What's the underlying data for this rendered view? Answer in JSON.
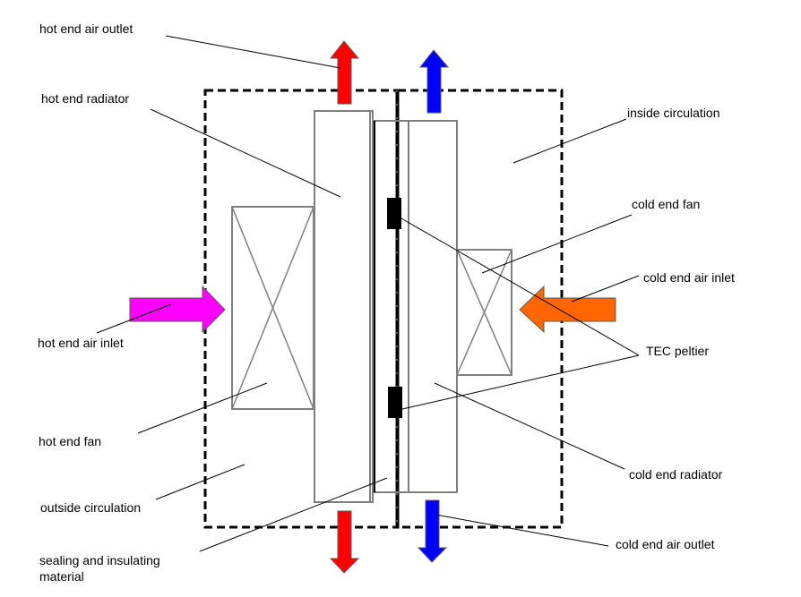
{
  "title": "TEC peltier cooler structure diagram",
  "colors": {
    "hot_outlet": "#ff0000",
    "cold_outlet": "#0000ff",
    "hot_inlet": "#ff00ff",
    "cold_inlet": "#ff6600",
    "component_stroke": "#7f7f7f",
    "peltier": "#000000"
  },
  "labels": {
    "hot_end_air_outlet": "hot end air outlet",
    "hot_end_radiator": "hot end radiator",
    "hot_end_air_inlet": "hot end air inlet",
    "hot_end_fan": "hot end fan",
    "outside_circulation": "outside circulation",
    "sealing_line1": "sealing and insulating",
    "sealing_line2": "material",
    "inside_circulation": "inside circulation",
    "cold_end_fan": "cold end fan",
    "cold_end_air_inlet": "cold end air inlet",
    "tec_peltier": "TEC peltier",
    "cold_end_radiator": "cold end radiator",
    "cold_end_air_outlet": "cold end air outlet"
  }
}
